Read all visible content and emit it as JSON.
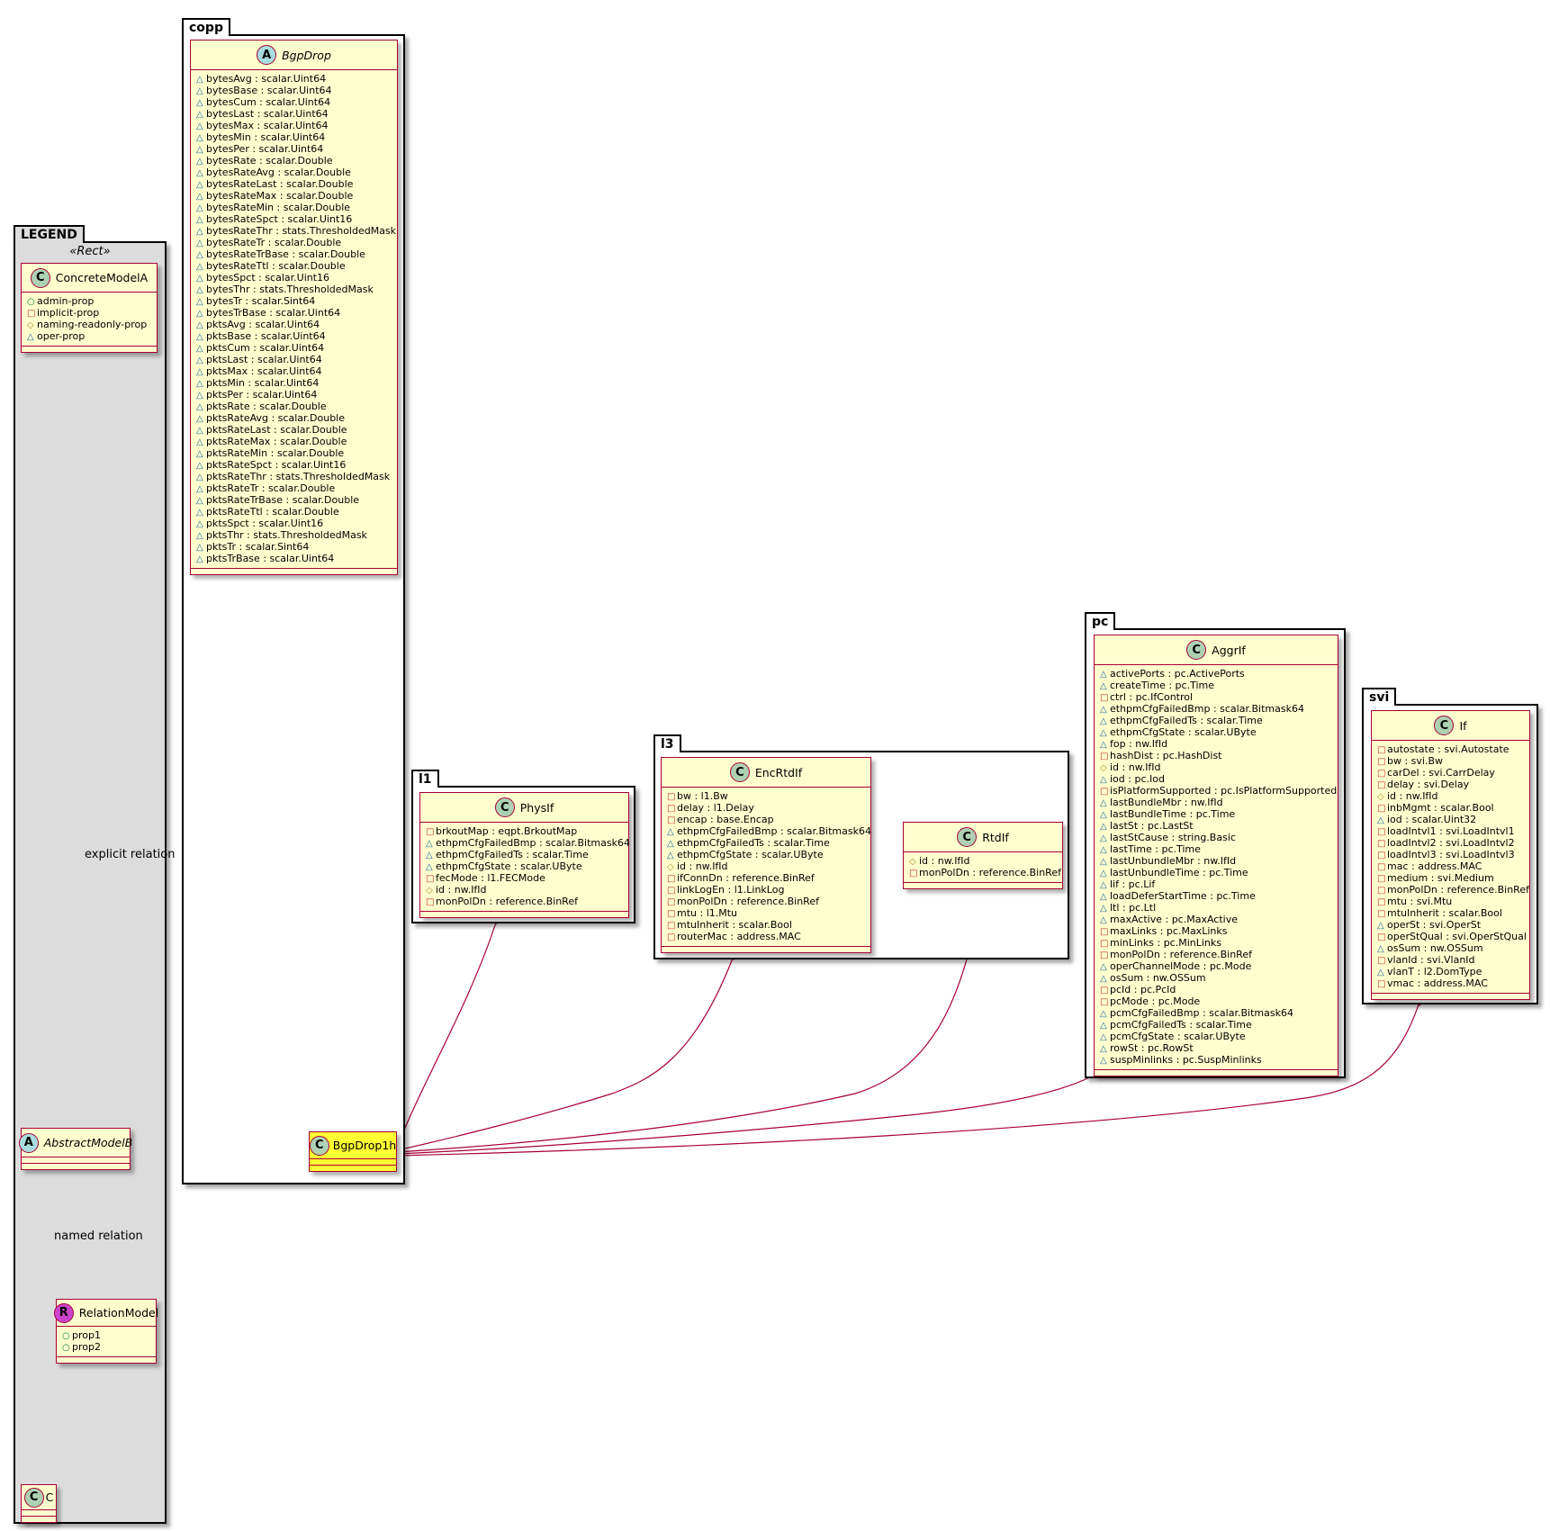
{
  "packages": {
    "legend": {
      "name": "LEGEND",
      "stereotype": "«Rect»"
    },
    "copp": {
      "name": "copp"
    },
    "l1": {
      "name": "l1"
    },
    "l3": {
      "name": "l3"
    },
    "pc": {
      "name": "pc"
    },
    "svi": {
      "name": "svi"
    }
  },
  "legend": {
    "concrete": {
      "name": "ConcreteModelA",
      "badge": "C",
      "attrs": [
        {
          "vis": "+",
          "text": "admin-prop"
        },
        {
          "vis": "-",
          "text": "implicit-prop"
        },
        {
          "vis": "#",
          "text": "naming-readonly-prop"
        },
        {
          "vis": "~",
          "text": "oper-prop"
        }
      ]
    },
    "abstract": {
      "name": "AbstractModelB",
      "badge": "A"
    },
    "relation": {
      "name": "RelationModel",
      "badge": "R",
      "attrs": [
        {
          "vis": "+",
          "text": "prop1"
        },
        {
          "vis": "+",
          "text": "prop2"
        }
      ]
    },
    "c": {
      "name": "C",
      "badge": "C"
    },
    "explicit_label": "explicit relation",
    "named_label": "named relation"
  },
  "classes": {
    "bgpdrop": {
      "name": "BgpDrop",
      "badge": "A",
      "attrs": [
        {
          "vis": "~",
          "text": "bytesAvg : scalar.Uint64"
        },
        {
          "vis": "~",
          "text": "bytesBase : scalar.Uint64"
        },
        {
          "vis": "~",
          "text": "bytesCum : scalar.Uint64"
        },
        {
          "vis": "~",
          "text": "bytesLast : scalar.Uint64"
        },
        {
          "vis": "~",
          "text": "bytesMax : scalar.Uint64"
        },
        {
          "vis": "~",
          "text": "bytesMin : scalar.Uint64"
        },
        {
          "vis": "~",
          "text": "bytesPer : scalar.Uint64"
        },
        {
          "vis": "~",
          "text": "bytesRate : scalar.Double"
        },
        {
          "vis": "~",
          "text": "bytesRateAvg : scalar.Double"
        },
        {
          "vis": "~",
          "text": "bytesRateLast : scalar.Double"
        },
        {
          "vis": "~",
          "text": "bytesRateMax : scalar.Double"
        },
        {
          "vis": "~",
          "text": "bytesRateMin : scalar.Double"
        },
        {
          "vis": "~",
          "text": "bytesRateSpct : scalar.Uint16"
        },
        {
          "vis": "~",
          "text": "bytesRateThr : stats.ThresholdedMask"
        },
        {
          "vis": "~",
          "text": "bytesRateTr : scalar.Double"
        },
        {
          "vis": "~",
          "text": "bytesRateTrBase : scalar.Double"
        },
        {
          "vis": "~",
          "text": "bytesRateTtl : scalar.Double"
        },
        {
          "vis": "~",
          "text": "bytesSpct : scalar.Uint16"
        },
        {
          "vis": "~",
          "text": "bytesThr : stats.ThresholdedMask"
        },
        {
          "vis": "~",
          "text": "bytesTr : scalar.Sint64"
        },
        {
          "vis": "~",
          "text": "bytesTrBase : scalar.Uint64"
        },
        {
          "vis": "~",
          "text": "pktsAvg : scalar.Uint64"
        },
        {
          "vis": "~",
          "text": "pktsBase : scalar.Uint64"
        },
        {
          "vis": "~",
          "text": "pktsCum : scalar.Uint64"
        },
        {
          "vis": "~",
          "text": "pktsLast : scalar.Uint64"
        },
        {
          "vis": "~",
          "text": "pktsMax : scalar.Uint64"
        },
        {
          "vis": "~",
          "text": "pktsMin : scalar.Uint64"
        },
        {
          "vis": "~",
          "text": "pktsPer : scalar.Uint64"
        },
        {
          "vis": "~",
          "text": "pktsRate : scalar.Double"
        },
        {
          "vis": "~",
          "text": "pktsRateAvg : scalar.Double"
        },
        {
          "vis": "~",
          "text": "pktsRateLast : scalar.Double"
        },
        {
          "vis": "~",
          "text": "pktsRateMax : scalar.Double"
        },
        {
          "vis": "~",
          "text": "pktsRateMin : scalar.Double"
        },
        {
          "vis": "~",
          "text": "pktsRateSpct : scalar.Uint16"
        },
        {
          "vis": "~",
          "text": "pktsRateThr : stats.ThresholdedMask"
        },
        {
          "vis": "~",
          "text": "pktsRateTr : scalar.Double"
        },
        {
          "vis": "~",
          "text": "pktsRateTrBase : scalar.Double"
        },
        {
          "vis": "~",
          "text": "pktsRateTtl : scalar.Double"
        },
        {
          "vis": "~",
          "text": "pktsSpct : scalar.Uint16"
        },
        {
          "vis": "~",
          "text": "pktsThr : stats.ThresholdedMask"
        },
        {
          "vis": "~",
          "text": "pktsTr : scalar.Sint64"
        },
        {
          "vis": "~",
          "text": "pktsTrBase : scalar.Uint64"
        }
      ]
    },
    "bgpdrop1h": {
      "name": "BgpDrop1h",
      "badge": "C"
    },
    "physif": {
      "name": "PhysIf",
      "badge": "C",
      "attrs": [
        {
          "vis": "-",
          "text": "brkoutMap : eqpt.BrkoutMap"
        },
        {
          "vis": "~",
          "text": "ethpmCfgFailedBmp : scalar.Bitmask64"
        },
        {
          "vis": "~",
          "text": "ethpmCfgFailedTs : scalar.Time"
        },
        {
          "vis": "~",
          "text": "ethpmCfgState : scalar.UByte"
        },
        {
          "vis": "-",
          "text": "fecMode : l1.FECMode"
        },
        {
          "vis": "#",
          "text": "id : nw.IfId"
        },
        {
          "vis": "-",
          "text": "monPolDn : reference.BinRef"
        }
      ]
    },
    "encrtdif": {
      "name": "EncRtdIf",
      "badge": "C",
      "attrs": [
        {
          "vis": "-",
          "text": "bw : l1.Bw"
        },
        {
          "vis": "-",
          "text": "delay : l1.Delay"
        },
        {
          "vis": "-",
          "text": "encap : base.Encap"
        },
        {
          "vis": "~",
          "text": "ethpmCfgFailedBmp : scalar.Bitmask64"
        },
        {
          "vis": "~",
          "text": "ethpmCfgFailedTs : scalar.Time"
        },
        {
          "vis": "~",
          "text": "ethpmCfgState : scalar.UByte"
        },
        {
          "vis": "#",
          "text": "id : nw.IfId"
        },
        {
          "vis": "-",
          "text": "ifConnDn : reference.BinRef"
        },
        {
          "vis": "-",
          "text": "linkLogEn : l1.LinkLog"
        },
        {
          "vis": "-",
          "text": "monPolDn : reference.BinRef"
        },
        {
          "vis": "-",
          "text": "mtu : l1.Mtu"
        },
        {
          "vis": "-",
          "text": "mtuInherit : scalar.Bool"
        },
        {
          "vis": "-",
          "text": "routerMac : address.MAC"
        }
      ]
    },
    "rtdif": {
      "name": "RtdIf",
      "badge": "C",
      "attrs": [
        {
          "vis": "#",
          "text": "id : nw.IfId"
        },
        {
          "vis": "-",
          "text": "monPolDn : reference.BinRef"
        }
      ]
    },
    "aggrif": {
      "name": "AggrIf",
      "badge": "C",
      "attrs": [
        {
          "vis": "~",
          "text": "activePorts : pc.ActivePorts"
        },
        {
          "vis": "~",
          "text": "createTime : pc.Time"
        },
        {
          "vis": "-",
          "text": "ctrl : pc.IfControl"
        },
        {
          "vis": "~",
          "text": "ethpmCfgFailedBmp : scalar.Bitmask64"
        },
        {
          "vis": "~",
          "text": "ethpmCfgFailedTs : scalar.Time"
        },
        {
          "vis": "~",
          "text": "ethpmCfgState : scalar.UByte"
        },
        {
          "vis": "~",
          "text": "fop : nw.IfId"
        },
        {
          "vis": "-",
          "text": "hashDist : pc.HashDist"
        },
        {
          "vis": "#",
          "text": "id : nw.IfId"
        },
        {
          "vis": "~",
          "text": "iod : pc.Iod"
        },
        {
          "vis": "-",
          "text": "isPlatformSupported : pc.IsPlatformSupported"
        },
        {
          "vis": "~",
          "text": "lastBundleMbr : nw.IfId"
        },
        {
          "vis": "~",
          "text": "lastBundleTime : pc.Time"
        },
        {
          "vis": "~",
          "text": "lastSt : pc.LastSt"
        },
        {
          "vis": "~",
          "text": "lastStCause : string.Basic"
        },
        {
          "vis": "~",
          "text": "lastTime : pc.Time"
        },
        {
          "vis": "~",
          "text": "lastUnbundleMbr : nw.IfId"
        },
        {
          "vis": "~",
          "text": "lastUnbundleTime : pc.Time"
        },
        {
          "vis": "~",
          "text": "lif : pc.Lif"
        },
        {
          "vis": "~",
          "text": "loadDeferStartTime : pc.Time"
        },
        {
          "vis": "~",
          "text": "ltl : pc.Ltl"
        },
        {
          "vis": "~",
          "text": "maxActive : pc.MaxActive"
        },
        {
          "vis": "-",
          "text": "maxLinks : pc.MaxLinks"
        },
        {
          "vis": "-",
          "text": "minLinks : pc.MinLinks"
        },
        {
          "vis": "-",
          "text": "monPolDn : reference.BinRef"
        },
        {
          "vis": "~",
          "text": "operChannelMode : pc.Mode"
        },
        {
          "vis": "~",
          "text": "osSum : nw.OSSum"
        },
        {
          "vis": "-",
          "text": "pcId : pc.PcId"
        },
        {
          "vis": "-",
          "text": "pcMode : pc.Mode"
        },
        {
          "vis": "~",
          "text": "pcmCfgFailedBmp : scalar.Bitmask64"
        },
        {
          "vis": "~",
          "text": "pcmCfgFailedTs : scalar.Time"
        },
        {
          "vis": "~",
          "text": "pcmCfgState : scalar.UByte"
        },
        {
          "vis": "~",
          "text": "rowSt : pc.RowSt"
        },
        {
          "vis": "~",
          "text": "suspMinlinks : pc.SuspMinlinks"
        }
      ]
    },
    "svi_if": {
      "name": "If",
      "badge": "C",
      "attrs": [
        {
          "vis": "-",
          "text": "autostate : svi.Autostate"
        },
        {
          "vis": "-",
          "text": "bw : svi.Bw"
        },
        {
          "vis": "-",
          "text": "carDel : svi.CarrDelay"
        },
        {
          "vis": "-",
          "text": "delay : svi.Delay"
        },
        {
          "vis": "#",
          "text": "id : nw.IfId"
        },
        {
          "vis": "-",
          "text": "inbMgmt : scalar.Bool"
        },
        {
          "vis": "~",
          "text": "iod : scalar.Uint32"
        },
        {
          "vis": "-",
          "text": "loadIntvl1 : svi.LoadIntvl1"
        },
        {
          "vis": "-",
          "text": "loadIntvl2 : svi.LoadIntvl2"
        },
        {
          "vis": "-",
          "text": "loadIntvl3 : svi.LoadIntvl3"
        },
        {
          "vis": "-",
          "text": "mac : address.MAC"
        },
        {
          "vis": "-",
          "text": "medium : svi.Medium"
        },
        {
          "vis": "-",
          "text": "monPolDn : reference.BinRef"
        },
        {
          "vis": "-",
          "text": "mtu : svi.Mtu"
        },
        {
          "vis": "-",
          "text": "mtuInherit : scalar.Bool"
        },
        {
          "vis": "~",
          "text": "operSt : svi.OperSt"
        },
        {
          "vis": "-",
          "text": "operStQual : svi.OperStQual"
        },
        {
          "vis": "~",
          "text": "osSum : nw.OSSum"
        },
        {
          "vis": "-",
          "text": "vlanId : svi.VlanId"
        },
        {
          "vis": "~",
          "text": "vlanT : l2.DomType"
        },
        {
          "vis": "-",
          "text": "vmac : address.MAC"
        }
      ]
    }
  },
  "colors": {
    "class_fill": "#fefece",
    "class_border": "#a80036",
    "highlight_fill": "#ffff33",
    "legend_fill": "#dcdcdc",
    "edge": "#a80036"
  }
}
